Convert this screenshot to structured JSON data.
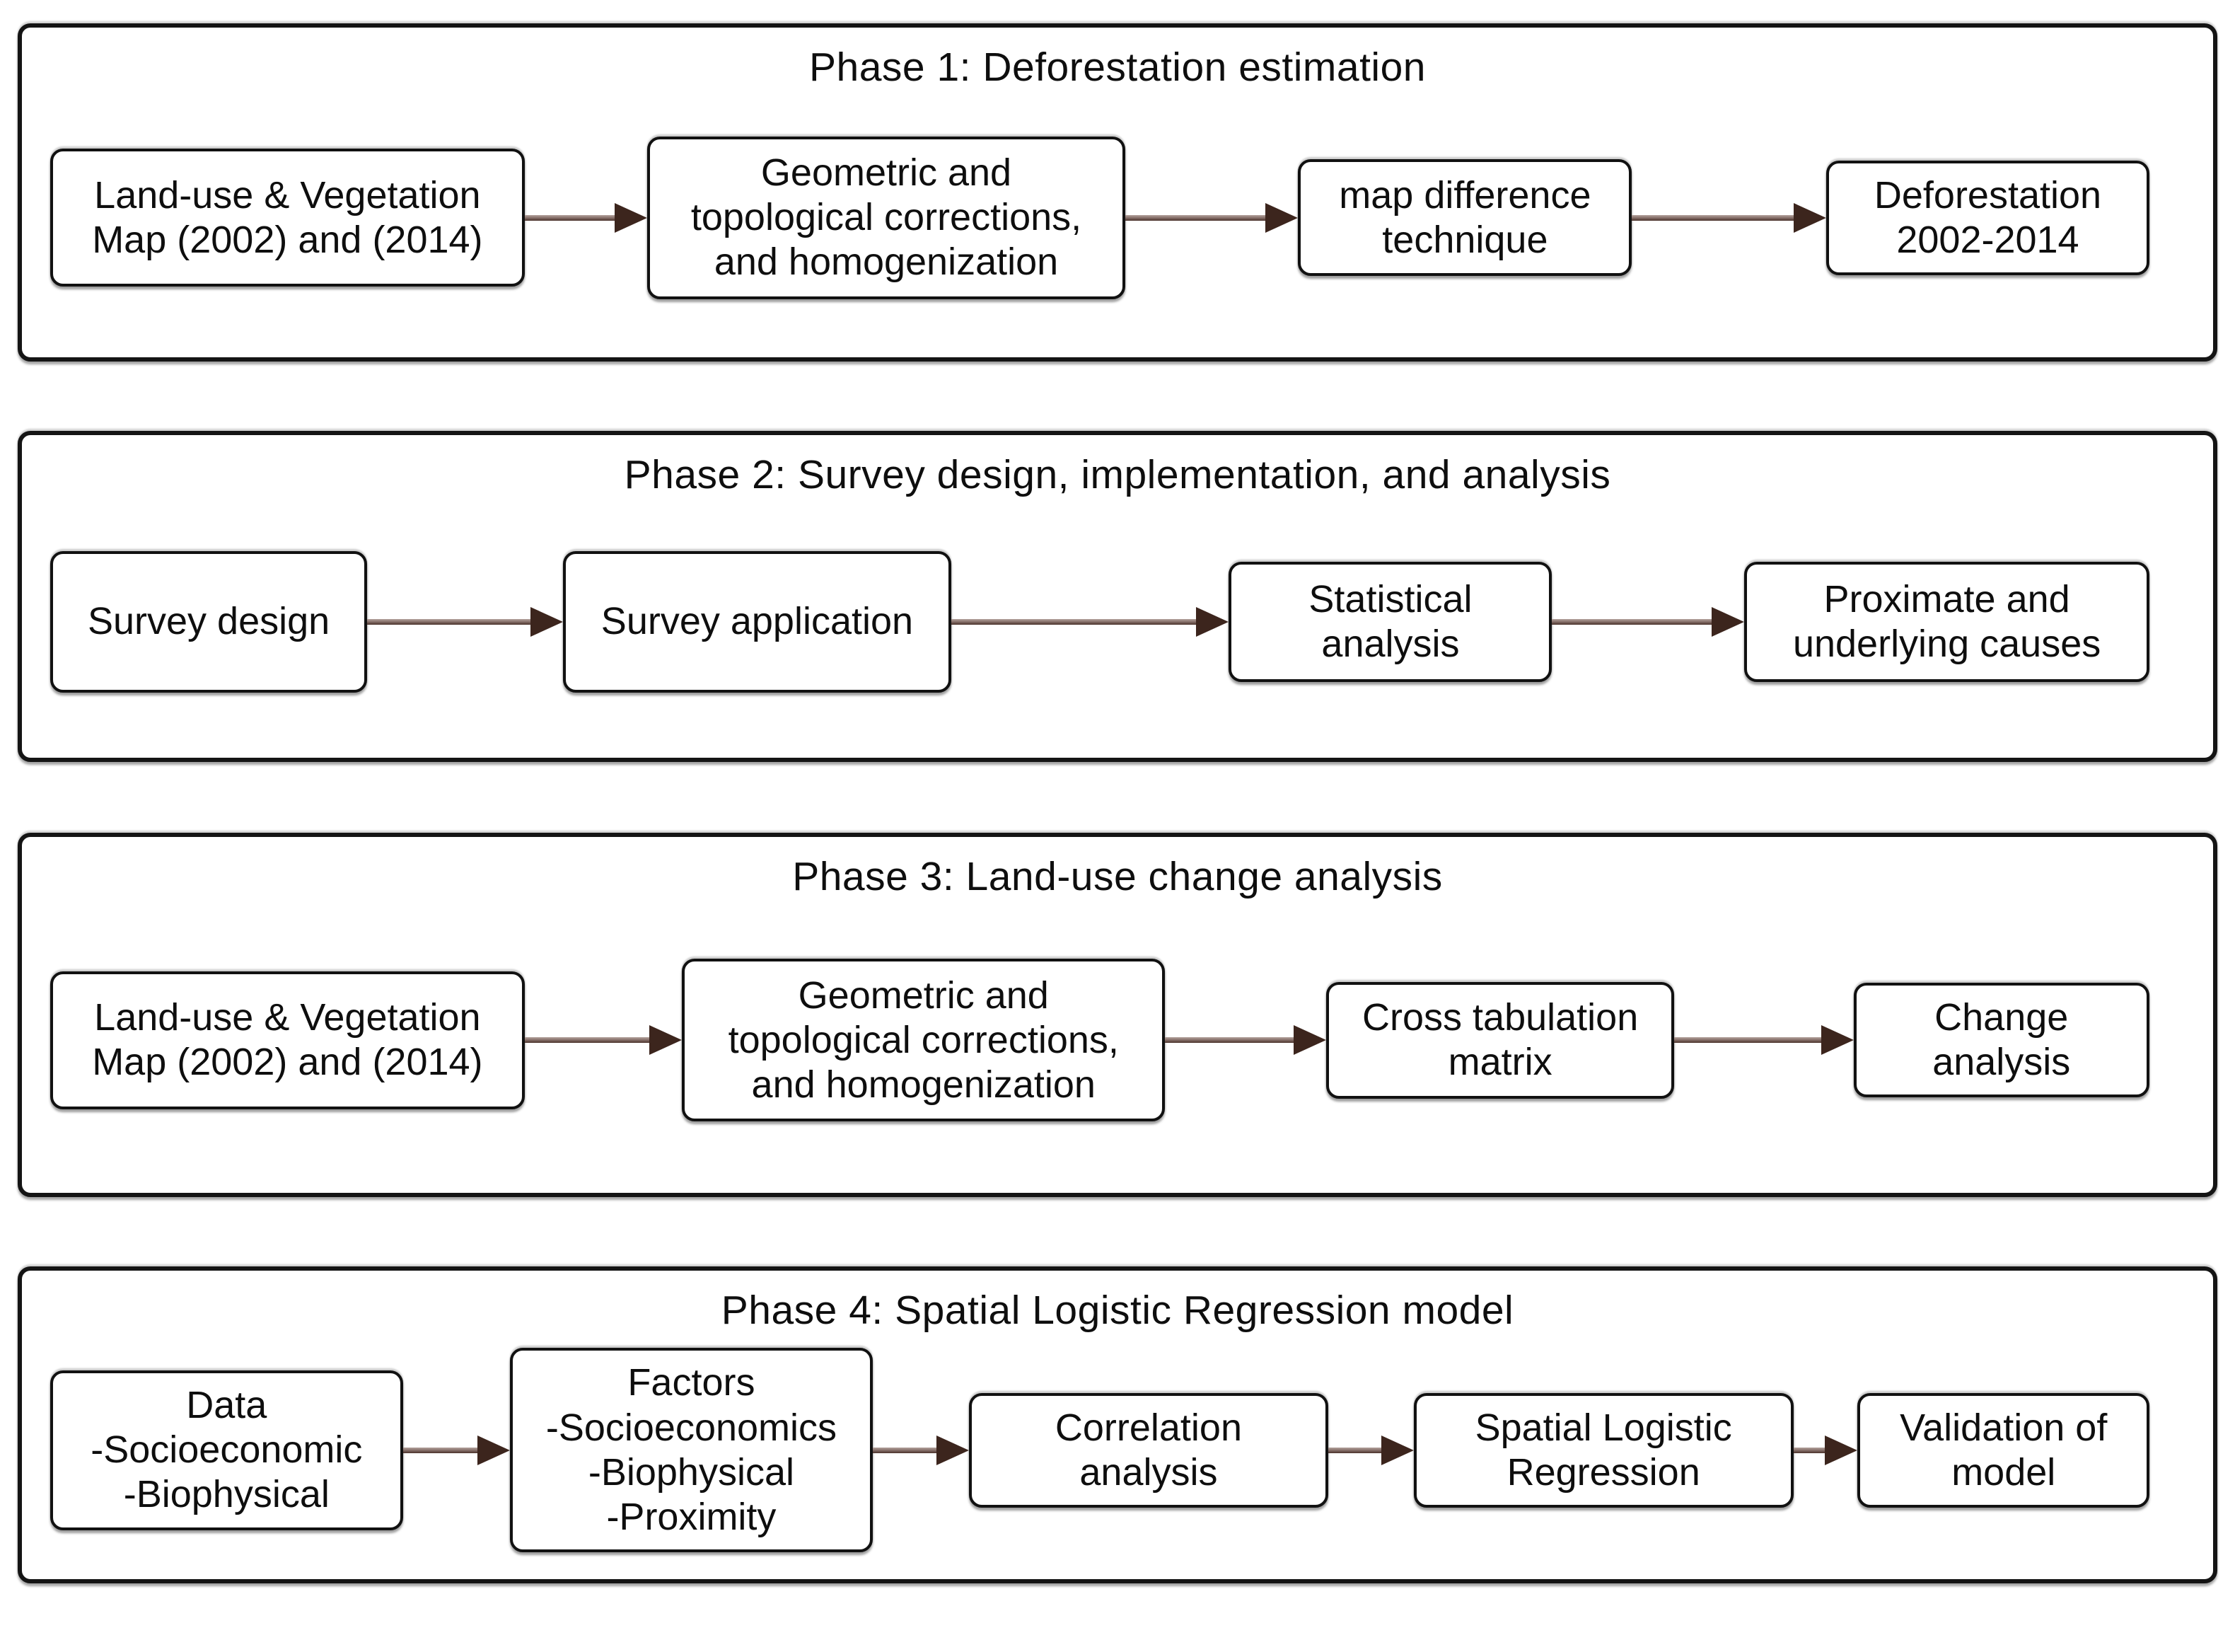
{
  "diagram": {
    "background_color": "#ffffff",
    "outer_border_color": "#141414",
    "box_border_color": "#111111",
    "text_color": "#0e0e0e",
    "arrow_head_color": "#3c251d",
    "arrow_shaft_color": "#8a746e",
    "phases": [
      {
        "title": "Phase 1: Deforestation estimation",
        "boxes": [
          {
            "lines": [
              "Land-use & Vegetation",
              "Map (2002) and (2014)"
            ]
          },
          {
            "lines": [
              "Geometric and",
              "topological corrections,",
              "and homogenization"
            ]
          },
          {
            "lines": [
              "map difference",
              "technique"
            ]
          },
          {
            "lines": [
              "Deforestation",
              "2002-2014"
            ]
          }
        ]
      },
      {
        "title": "Phase 2: Survey design, implementation, and analysis",
        "boxes": [
          {
            "lines": [
              "Survey design"
            ]
          },
          {
            "lines": [
              "Survey application"
            ]
          },
          {
            "lines": [
              "Statistical",
              "analysis"
            ]
          },
          {
            "lines": [
              "Proximate and",
              "underlying causes"
            ]
          }
        ]
      },
      {
        "title": "Phase 3: Land-use change analysis",
        "boxes": [
          {
            "lines": [
              "Land-use & Vegetation",
              "Map (2002) and (2014)"
            ]
          },
          {
            "lines": [
              "Geometric and",
              "topological corrections,",
              "and homogenization"
            ]
          },
          {
            "lines": [
              "Cross tabulation",
              "matrix"
            ]
          },
          {
            "lines": [
              "Change",
              "analysis"
            ]
          }
        ]
      },
      {
        "title": "Phase 4: Spatial Logistic Regression model",
        "boxes": [
          {
            "lines": [
              "Data",
              "-Socioeconomic",
              "-Biophysical"
            ]
          },
          {
            "lines": [
              "Factors",
              "-Socioeconomics",
              "-Biophysical",
              "-Proximity"
            ]
          },
          {
            "lines": [
              "Correlation",
              "analysis"
            ]
          },
          {
            "lines": [
              "Spatial Logistic",
              "Regression"
            ]
          },
          {
            "lines": [
              "Validation of",
              "model"
            ]
          }
        ]
      }
    ]
  }
}
